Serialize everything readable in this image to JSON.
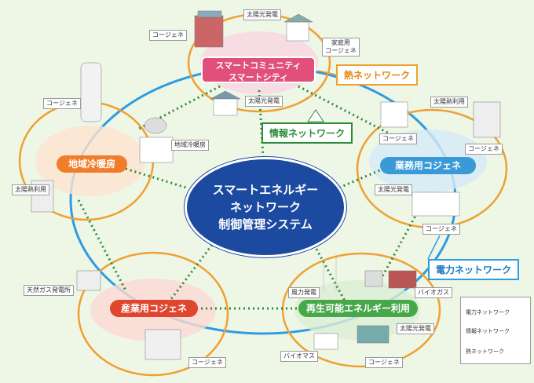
{
  "center": {
    "line1": "スマートエネルギー",
    "line2": "ネットワーク",
    "line3": "制御管理システム"
  },
  "hubs": {
    "smart_community": {
      "line1": "スマートコミュニティ",
      "line2": "スマートシティ"
    },
    "district": "地域冷暖房",
    "business": "業務用コジェネ",
    "industrial": "産業用コジェネ",
    "renewable": "再生可能エネルギー利用"
  },
  "callouts": {
    "heat_network": "熱ネットワーク",
    "info_network": "情報ネットワーク",
    "power_network": "電力ネットワーク"
  },
  "labels": {
    "cogen": "コージェネ",
    "solar_power": "太陽光発電",
    "home_cogen_1": "家庭用",
    "home_cogen_2": "コージェネ",
    "district_plant": "地域冷暖房",
    "solar_heat": "太陽熱利用",
    "gas_plant": "天然ガス発電所",
    "wind": "風力発電",
    "biogas": "バイオガス",
    "biomass": "バイオマス"
  },
  "legend": {
    "power": "電力ネットワーク",
    "info": "情報ネットワーク",
    "heat": "熱ネットワーク"
  },
  "colors": {
    "power": "#2f9ce0",
    "info": "#2e8b3a",
    "heat": "#f0a030",
    "center": "#1c4aa0",
    "smart": "#e0507a",
    "district": "#ef7d2a",
    "business": "#3a9ad8",
    "industrial": "#e0462e",
    "renewable": "#46a84a"
  }
}
